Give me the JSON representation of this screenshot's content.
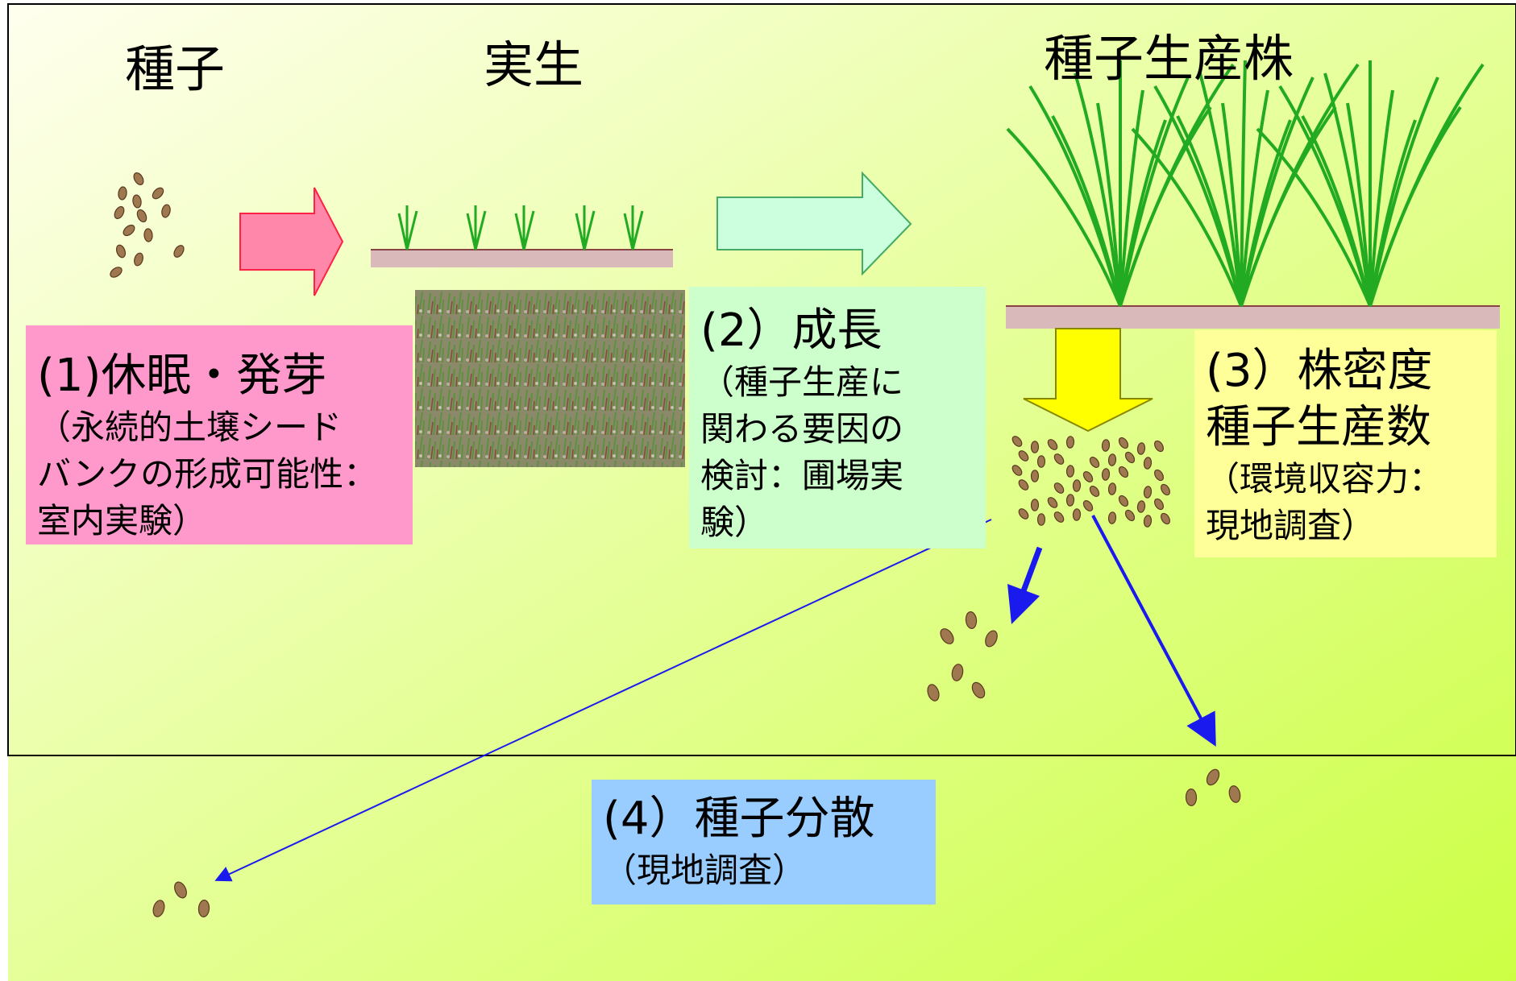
{
  "headings": {
    "seed": "種子",
    "seedling": "実生",
    "seed_production_plant": "種子生産株"
  },
  "boxes": {
    "box1": {
      "title": "(1)休眠・発芽",
      "body": "（永続的土壌シード\nバンクの形成可能性：\n室内実験）",
      "color": "#ff99cc"
    },
    "box2": {
      "title": "(2）成長",
      "body": "（種子生産に\n関わる要因の\n検討：圃場実\n験）",
      "color": "#ccffcc"
    },
    "box3": {
      "title": "(3）株密度\n種子生産数",
      "body": "（環境収容力：\n現地調査）",
      "color": "#ffff99"
    },
    "box4": {
      "title": "(4）種子分散",
      "body": "（現地調査）",
      "color": "#99ccff"
    }
  },
  "colors": {
    "bg_left": "#ffffee",
    "bg_right": "#ccff44",
    "arrow_pink": "#ff88aa",
    "arrow_green": "#ccffdd",
    "arrow_yellow": "#ffff00",
    "dispersal_blue": "#1a1aee",
    "soil": "#d9b9b9",
    "seed_brown": "#a07850",
    "grass": "#22aa22"
  }
}
